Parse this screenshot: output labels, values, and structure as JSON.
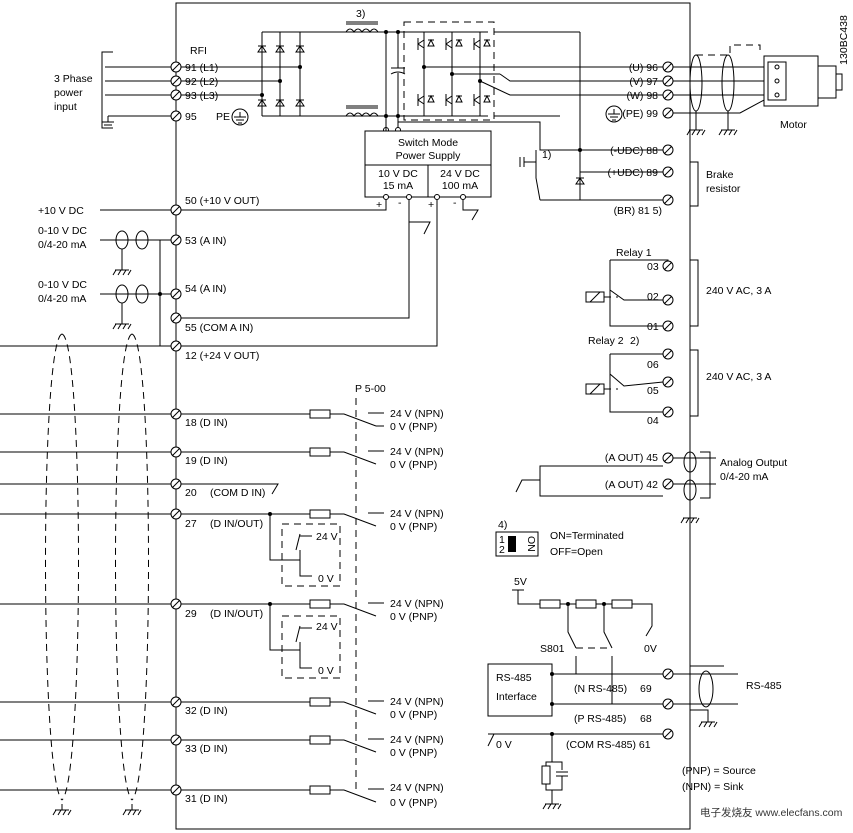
{
  "doc_id": "130BC438",
  "power": {
    "input_label": [
      "3 Phase",
      "power",
      "input"
    ],
    "rfi": "RFI",
    "l1": "91 (L1)",
    "l2": "92 (L2)",
    "l3": "93 (L3)",
    "t95": "95",
    "pe": "PE",
    "note3": "3)"
  },
  "smps": {
    "title": [
      "Switch Mode",
      "Power Supply"
    ],
    "out1": [
      "10 V DC",
      "15 mA"
    ],
    "out2": [
      "24 V DC",
      "100 mA"
    ],
    "plus": "+",
    "minus": "-"
  },
  "motor_side": {
    "u": "(U) 96",
    "v": "(V) 97",
    "w": "(W) 98",
    "pe": "(PE) 99",
    "motor": "Motor",
    "note1": "1)",
    "udc_minus": "(-UDC) 88",
    "udc_plus": "(+UDC) 89",
    "br": "(BR) 81 5)",
    "brake_label": [
      "Brake",
      "resistor"
    ]
  },
  "analog_in": {
    "plus10_label": "+10 V DC",
    "t50": "50 (+10 V OUT)",
    "in53_label": [
      "0-10 V DC",
      "0/4-20 mA"
    ],
    "t53": "53 (A IN)",
    "in54_label": [
      "0-10 V DC",
      "0/4-20 mA"
    ],
    "t54": "54 (A IN)",
    "t55": "55 (COM A IN)",
    "t12": "12 (+24 V OUT)"
  },
  "digital": {
    "p500": "P 5-00",
    "npn": "24 V (NPN)",
    "pnp": "0 V (PNP)",
    "v24": "24 V",
    "v0": "0 V",
    "t18": "18 (D IN)",
    "t19": "19 (D IN)",
    "t20": "20",
    "t20b": "(COM D IN)",
    "t27": "27",
    "t27b": "(D IN/OUT)",
    "t29": "29",
    "t29b": "(D IN/OUT)",
    "t32": "32 (D IN)",
    "t33": "33 (D IN)",
    "t31": "31 (D IN)"
  },
  "relays": {
    "relay1": "Relay 1",
    "t03": "03",
    "t02": "02",
    "t01": "01",
    "rating1": "240 V AC, 3 A",
    "relay2": "Relay 2",
    "note2": "2)",
    "t06": "06",
    "t05": "05",
    "t04": "04",
    "rating2": "240 V AC, 3 A"
  },
  "analog_out": {
    "t45": "(A OUT) 45",
    "t42": "(A OUT) 42",
    "label": [
      "Analog Output",
      "0/4-20 mA"
    ]
  },
  "switch_note": {
    "note4": "4)",
    "on": "ON",
    "n1": "1",
    "n2": "2",
    "on_text": "ON=Terminated",
    "off_text": "OFF=Open"
  },
  "rs485": {
    "v5": "5V",
    "s801": "S801",
    "v0": "0V",
    "iface": [
      "RS-485",
      "Interface"
    ],
    "t69": "(N RS-485)",
    "n69": "69",
    "t68": "(P RS-485)",
    "n68": "68",
    "t61": "(COM RS-485) 61",
    "zero": "0 V",
    "label": "RS-485"
  },
  "legend": {
    "pnp": "(PNP) = Source",
    "npn": "(NPN) = Sink"
  },
  "watermark": "电子发烧友 www.elecfans.com"
}
